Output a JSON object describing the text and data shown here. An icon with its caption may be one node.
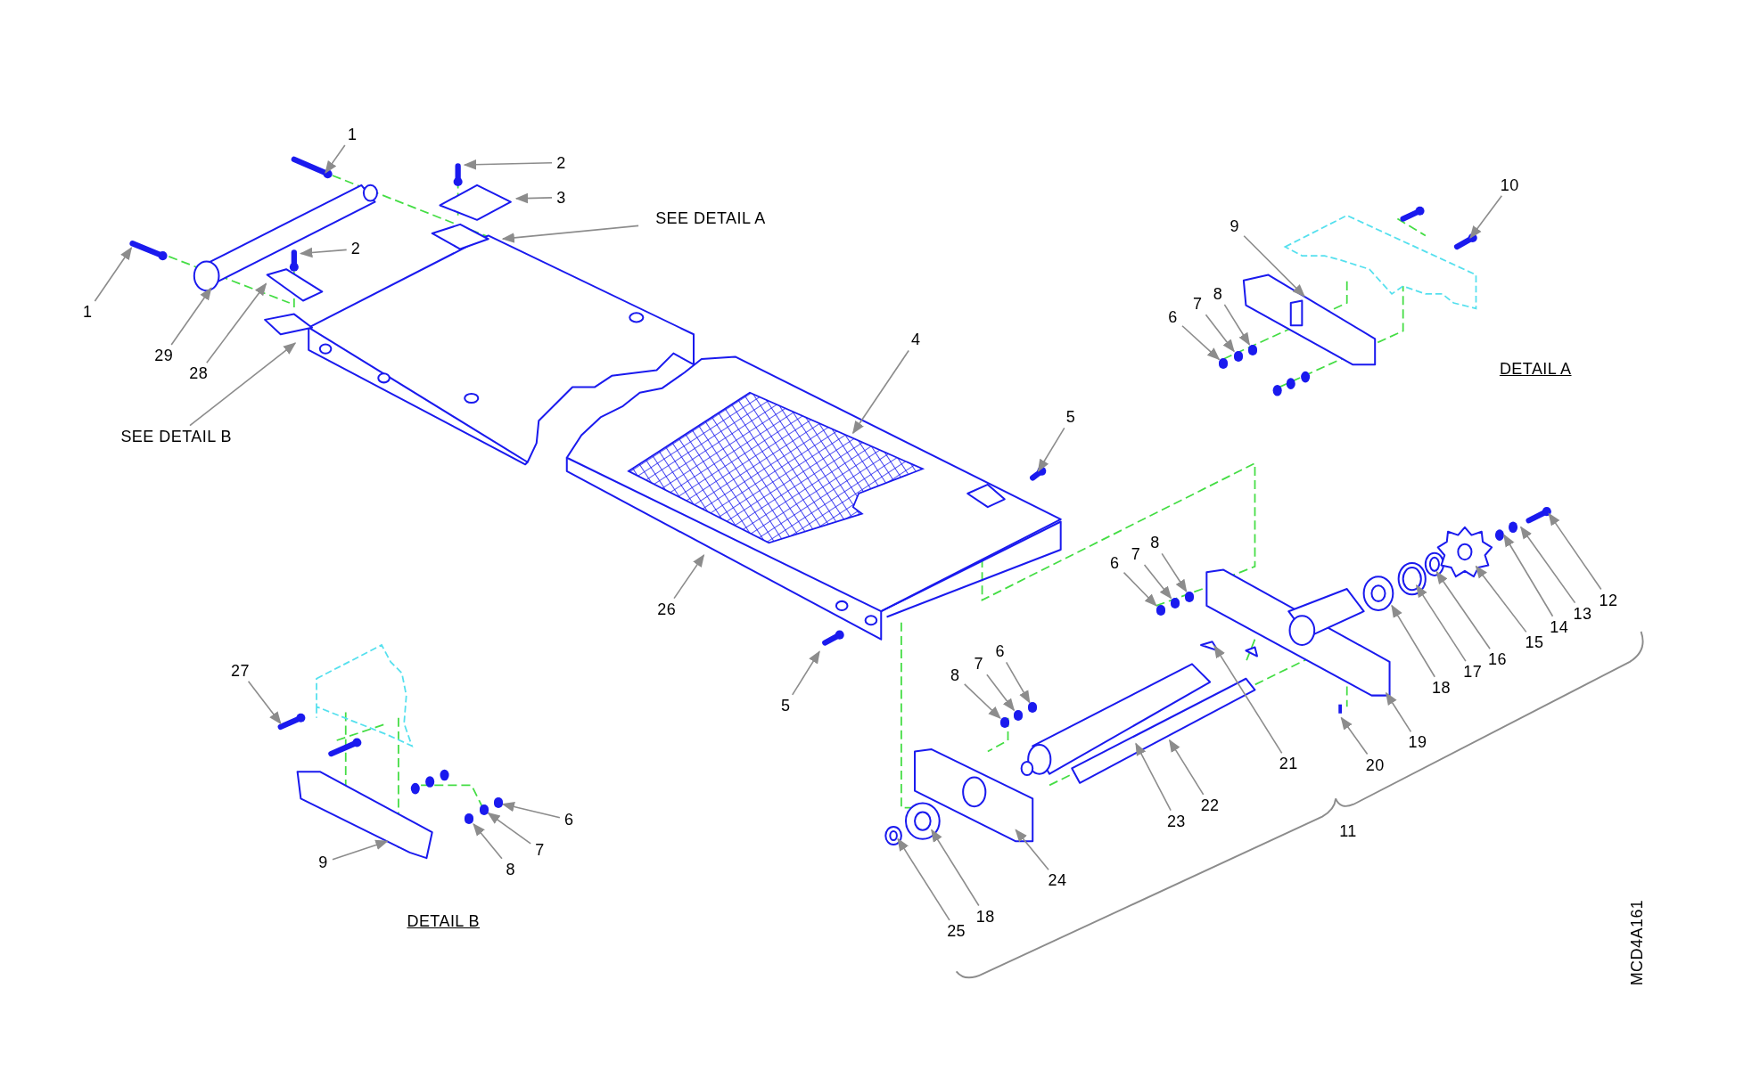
{
  "diagram": {
    "nodes": [
      {
        "text": [
          "1"
        ]
      },
      {
        "text": [
          "2"
        ]
      },
      {
        "text": [
          "3"
        ]
      },
      {
        "text": [
          "SEE DETAIL A"
        ]
      },
      {
        "text": [
          "1"
        ]
      },
      {
        "text": [
          "29"
        ]
      },
      {
        "text": [
          "2"
        ]
      },
      {
        "text": [
          "28"
        ]
      },
      {
        "text": [
          "SEE DETAIL B"
        ]
      },
      {
        "text": [
          "4"
        ]
      },
      {
        "text": [
          "5"
        ]
      },
      {
        "text": [
          "26"
        ]
      },
      {
        "text": [
          "5"
        ]
      },
      {
        "text": [
          "9"
        ]
      },
      {
        "text": [
          "10"
        ]
      },
      {
        "text": [
          "7"
        ]
      },
      {
        "text": [
          "8"
        ]
      },
      {
        "text": [
          "6"
        ]
      },
      {
        "text": [
          "6"
        ]
      },
      {
        "text": [
          "7"
        ]
      },
      {
        "text": [
          "8"
        ]
      },
      {
        "text": [
          "12"
        ]
      },
      {
        "text": [
          "13"
        ]
      },
      {
        "text": [
          "14"
        ]
      },
      {
        "text": [
          "15"
        ]
      },
      {
        "text": [
          "16"
        ]
      },
      {
        "text": [
          "17"
        ]
      },
      {
        "text": [
          "18"
        ]
      },
      {
        "text": [
          "19"
        ]
      },
      {
        "text": [
          "20"
        ]
      },
      {
        "text": [
          "21"
        ]
      },
      {
        "text": [
          "22"
        ]
      },
      {
        "text": [
          "23"
        ]
      },
      {
        "text": [
          "24"
        ]
      },
      {
        "text": [
          "18"
        ]
      },
      {
        "text": [
          "25"
        ]
      },
      {
        "text": [
          "8"
        ]
      },
      {
        "text": [
          "7"
        ]
      },
      {
        "text": [
          "6"
        ]
      },
      {
        "text": [
          "27"
        ]
      },
      {
        "text": [
          "6"
        ]
      },
      {
        "text": [
          "7"
        ]
      },
      {
        "text": [
          "8"
        ]
      },
      {
        "text": [
          "9"
        ]
      },
      {
        "text": [],
        "shape": "circle"
      },
      {
        "text": [],
        "shape": "circle"
      },
      {
        "text": [],
        "shape": "circle"
      },
      {
        "text": [],
        "shape": "circle"
      },
      {
        "text": [],
        "shape": "circle"
      },
      {
        "text": [],
        "shape": "circle"
      },
      {
        "text": [],
        "shape": "circle"
      },
      {
        "text": [],
        "shape": "circle"
      },
      {
        "text": [],
        "shape": "circle"
      },
      {
        "text": [],
        "shape": "circle"
      },
      {
        "text": [],
        "shape": "circle"
      },
      {
        "text": [],
        "shape": "circle"
      }
    ],
    "edges": [
      {
        "from": 0,
        "to": null,
        "arrow": "to"
      },
      {
        "from": 1,
        "to": null,
        "arrow": "to"
      },
      {
        "from": 2,
        "to": null,
        "arrow": "to"
      },
      {
        "from": 3,
        "to": null,
        "arrow": "to"
      },
      {
        "from": 4,
        "to": null,
        "arrow": "to"
      },
      {
        "from": 5,
        "to": null,
        "arrow": "to"
      },
      {
        "from": 6,
        "to": null,
        "arrow": "to"
      },
      {
        "from": 7,
        "to": null,
        "arrow": "to"
      },
      {
        "from": 8,
        "to": null,
        "arrow": "to"
      },
      {
        "from": 9,
        "to": null,
        "arrow": "to"
      },
      {
        "from": 10,
        "to": null,
        "arrow": "to"
      },
      {
        "from": 11,
        "to": null,
        "arrow": "to"
      },
      {
        "from": 12,
        "to": null,
        "arrow": "to"
      },
      {
        "from": 13,
        "to": null,
        "arrow": "to"
      },
      {
        "from": 14,
        "to": null,
        "arrow": "to"
      },
      {
        "from": 15,
        "to": 45,
        "arrow": "to"
      },
      {
        "from": 16,
        "to": 46,
        "arrow": "to"
      },
      {
        "from": 17,
        "to": 44,
        "arrow": "to"
      },
      {
        "from": 18,
        "to": 47,
        "arrow": "to"
      },
      {
        "from": 19,
        "to": 48,
        "arrow": "to"
      },
      {
        "from": 20,
        "to": 49,
        "arrow": "to"
      },
      {
        "from": 21,
        "to": null,
        "arrow": "to"
      },
      {
        "from": 22,
        "to": null,
        "arrow": "to"
      },
      {
        "from": 23,
        "to": null,
        "arrow": "to"
      },
      {
        "from": 24,
        "to": null,
        "arrow": "to"
      },
      {
        "from": 25,
        "to": null,
        "arrow": "to"
      },
      {
        "from": 26,
        "to": null,
        "arrow": "to"
      },
      {
        "from": 27,
        "to": null,
        "arrow": "to"
      },
      {
        "from": 28,
        "to": null,
        "arrow": "to"
      },
      {
        "from": 29,
        "to": null,
        "arrow": "to"
      },
      {
        "from": 30,
        "to": null,
        "arrow": "to"
      },
      {
        "from": 31,
        "to": null,
        "arrow": "to"
      },
      {
        "from": 32,
        "to": null,
        "arrow": "to"
      },
      {
        "from": 33,
        "to": null,
        "arrow": "to"
      },
      {
        "from": 34,
        "to": null,
        "arrow": "to"
      },
      {
        "from": 35,
        "to": null,
        "arrow": "to"
      },
      {
        "from": 36,
        "to": 50,
        "arrow": "to"
      },
      {
        "from": 37,
        "to": 51,
        "arrow": "to"
      },
      {
        "from": 38,
        "to": 52,
        "arrow": "to"
      },
      {
        "from": 39,
        "to": null,
        "arrow": "to"
      },
      {
        "from": 40,
        "to": 55,
        "arrow": "to"
      },
      {
        "from": 41,
        "to": 54,
        "arrow": "to"
      },
      {
        "from": 42,
        "to": 53,
        "arrow": "to"
      },
      {
        "from": 43,
        "to": null,
        "arrow": "to"
      }
    ],
    "labels": [
      "DETAIL A",
      "11",
      "DETAIL B",
      "MCD4A161"
    ]
  }
}
